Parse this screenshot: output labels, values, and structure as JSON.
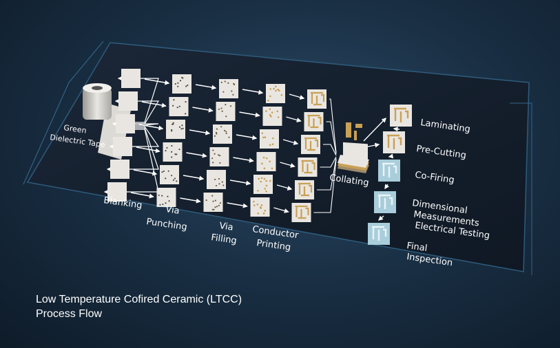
{
  "diagram": {
    "tape_label": [
      "Green",
      "Dielectric Tape"
    ],
    "stage_labels": {
      "blanking": [
        "Blanking"
      ],
      "via_punching": [
        "Via",
        "Punching"
      ],
      "via_filling": [
        "Via",
        "Filling"
      ],
      "conductor_printing": [
        "Conductor",
        "Printing"
      ],
      "collating": [
        "Collating"
      ]
    },
    "final_steps": [
      {
        "lines": [
          "Laminating"
        ]
      },
      {
        "lines": [
          "Pre-Cutting"
        ]
      },
      {
        "lines": [
          "Co-Firing"
        ]
      },
      {
        "lines": [
          "Dimensional",
          "Measurements",
          "Electrical Testing"
        ]
      },
      {
        "lines": [
          "Final",
          "Inspection"
        ]
      }
    ]
  },
  "caption": {
    "line1": "Low Temperature Cofired Ceramic (LTCC)",
    "line2": "Process Flow"
  },
  "colors": {
    "board": "#141e2e",
    "board_edge": "#2e5c7c",
    "sheet": "#e9e6e1",
    "gold": "#c9a055",
    "fired": "#a9cdda",
    "arrow": "#ffffff"
  }
}
